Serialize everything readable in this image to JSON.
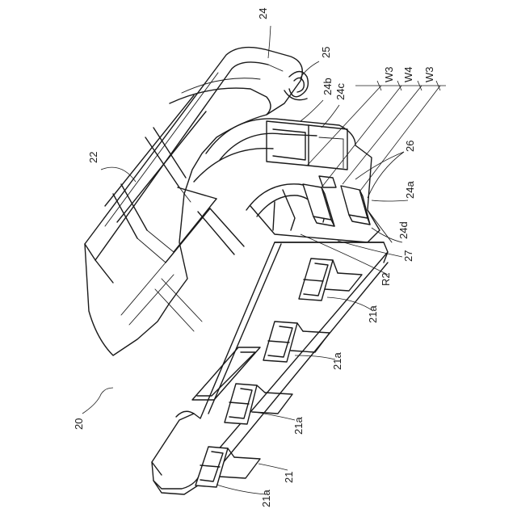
{
  "labels": {
    "ref_20": "20",
    "ref_21": "21",
    "ref_21a_1": "21a",
    "ref_21a_2": "21a",
    "ref_21a_3": "21a",
    "ref_21a_4": "21a",
    "ref_22": "22",
    "ref_24": "24",
    "ref_24a": "24a",
    "ref_24b": "24b",
    "ref_24c": "24c",
    "ref_24d": "24d",
    "ref_25": "25",
    "ref_26": "26",
    "ref_27": "27",
    "ref_R2": "R2",
    "ref_W3_a": "W3",
    "ref_W4": "W4",
    "ref_W3_b": "W3"
  }
}
